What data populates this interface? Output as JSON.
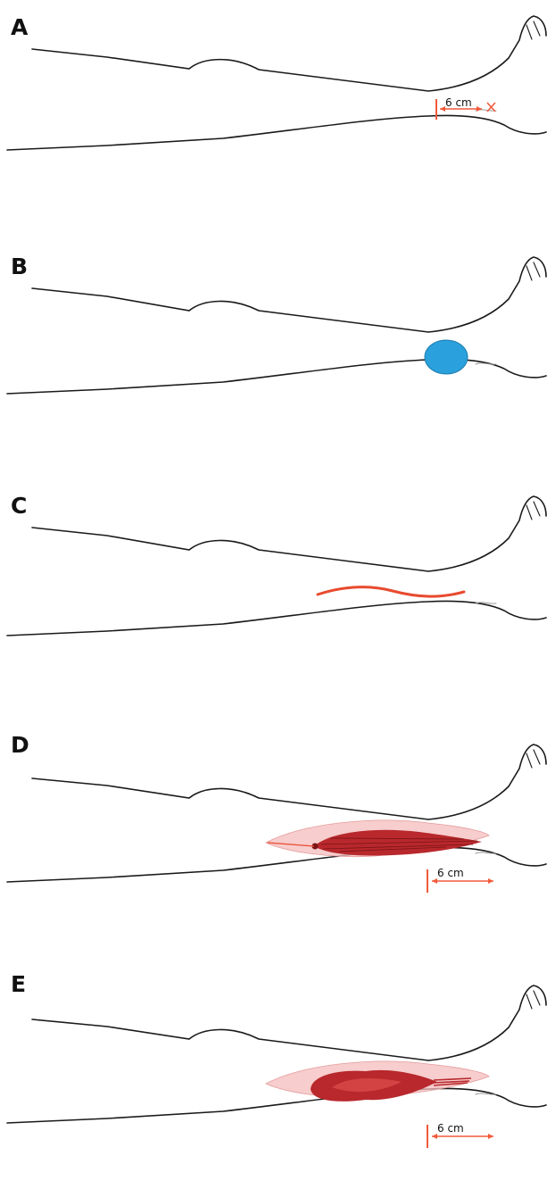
{
  "panels": [
    {
      "letter": "A"
    },
    {
      "letter": "B"
    },
    {
      "letter": "C"
    },
    {
      "letter": "D",
      "measure_label": "6 cm"
    },
    {
      "letter": "E",
      "measure_label": "6 cm"
    }
  ],
  "panel_a_label": "6 cm",
  "colors": {
    "outline": "#1a1a1a",
    "marker_orange": "#f15a3a",
    "blue_pad": "#2aa0dc",
    "incision_red": "#e84a2e",
    "muscle_dark": "#b8282c",
    "muscle_light": "#f4bcbc"
  }
}
